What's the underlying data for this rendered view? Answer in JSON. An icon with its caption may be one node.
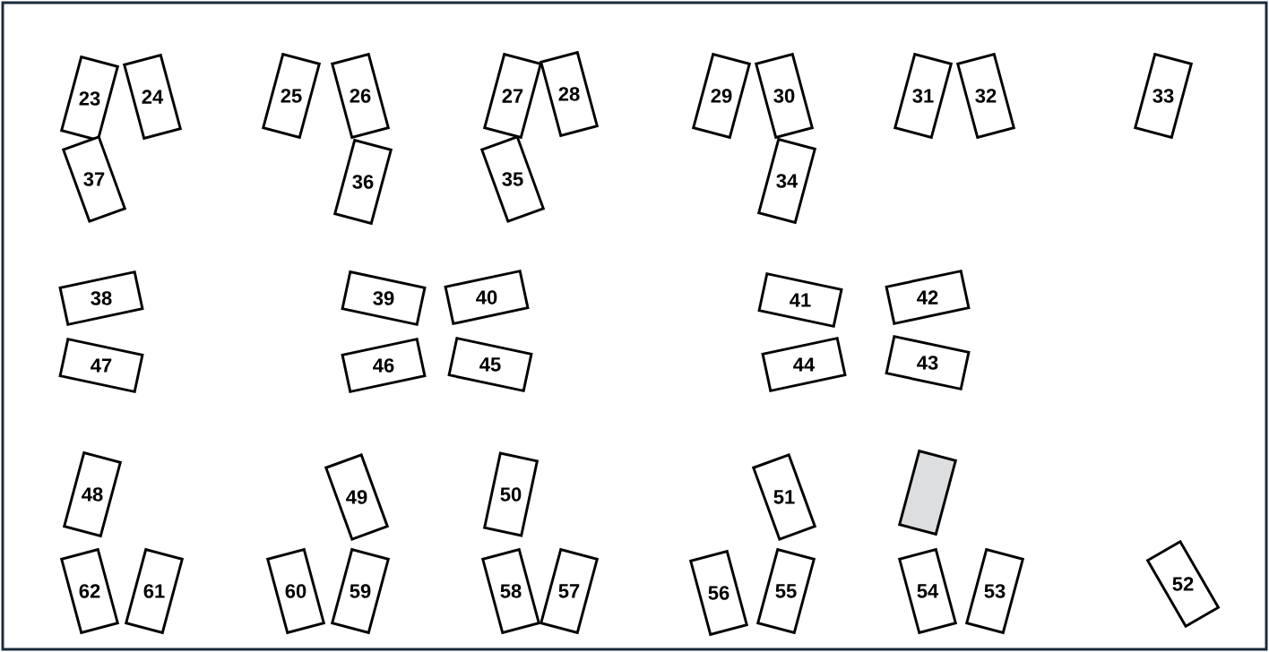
{
  "diagram": {
    "nodes": [
      {
        "text": [
          "23"
        ]
      },
      {
        "text": [
          "24"
        ]
      },
      {
        "text": [
          "25"
        ]
      },
      {
        "text": [
          "26"
        ]
      },
      {
        "text": [
          "27"
        ]
      },
      {
        "text": [
          "28"
        ]
      },
      {
        "text": [
          "29"
        ]
      },
      {
        "text": [
          "30"
        ]
      },
      {
        "text": [
          "31"
        ]
      },
      {
        "text": [
          "32"
        ]
      },
      {
        "text": [
          "33"
        ]
      },
      {
        "text": [
          "37"
        ]
      },
      {
        "text": [
          "36"
        ]
      },
      {
        "text": [
          "35"
        ]
      },
      {
        "text": [
          "34"
        ]
      },
      {
        "text": [
          "38"
        ]
      },
      {
        "text": [
          "39"
        ]
      },
      {
        "text": [
          "40"
        ]
      },
      {
        "text": [
          "41"
        ]
      },
      {
        "text": [
          "42"
        ]
      },
      {
        "text": [
          "47"
        ]
      },
      {
        "text": [
          "46"
        ]
      },
      {
        "text": [
          "45"
        ]
      },
      {
        "text": [
          "44"
        ]
      },
      {
        "text": [
          "43"
        ]
      },
      {
        "text": [
          "48"
        ]
      },
      {
        "text": [
          "49"
        ]
      },
      {
        "text": [
          "50"
        ]
      },
      {
        "text": [
          "51"
        ]
      },
      {
        "text": [],
        "shape": "box"
      },
      {
        "text": [
          "62"
        ]
      },
      {
        "text": [
          "61"
        ]
      },
      {
        "text": [
          "60"
        ]
      },
      {
        "text": [
          "59"
        ]
      },
      {
        "text": [
          "58"
        ]
      },
      {
        "text": [
          "57"
        ]
      },
      {
        "text": [
          "56"
        ]
      },
      {
        "text": [
          "55"
        ]
      },
      {
        "text": [
          "54"
        ]
      },
      {
        "text": [
          "53"
        ]
      },
      {
        "text": [
          "52"
        ]
      }
    ]
  }
}
